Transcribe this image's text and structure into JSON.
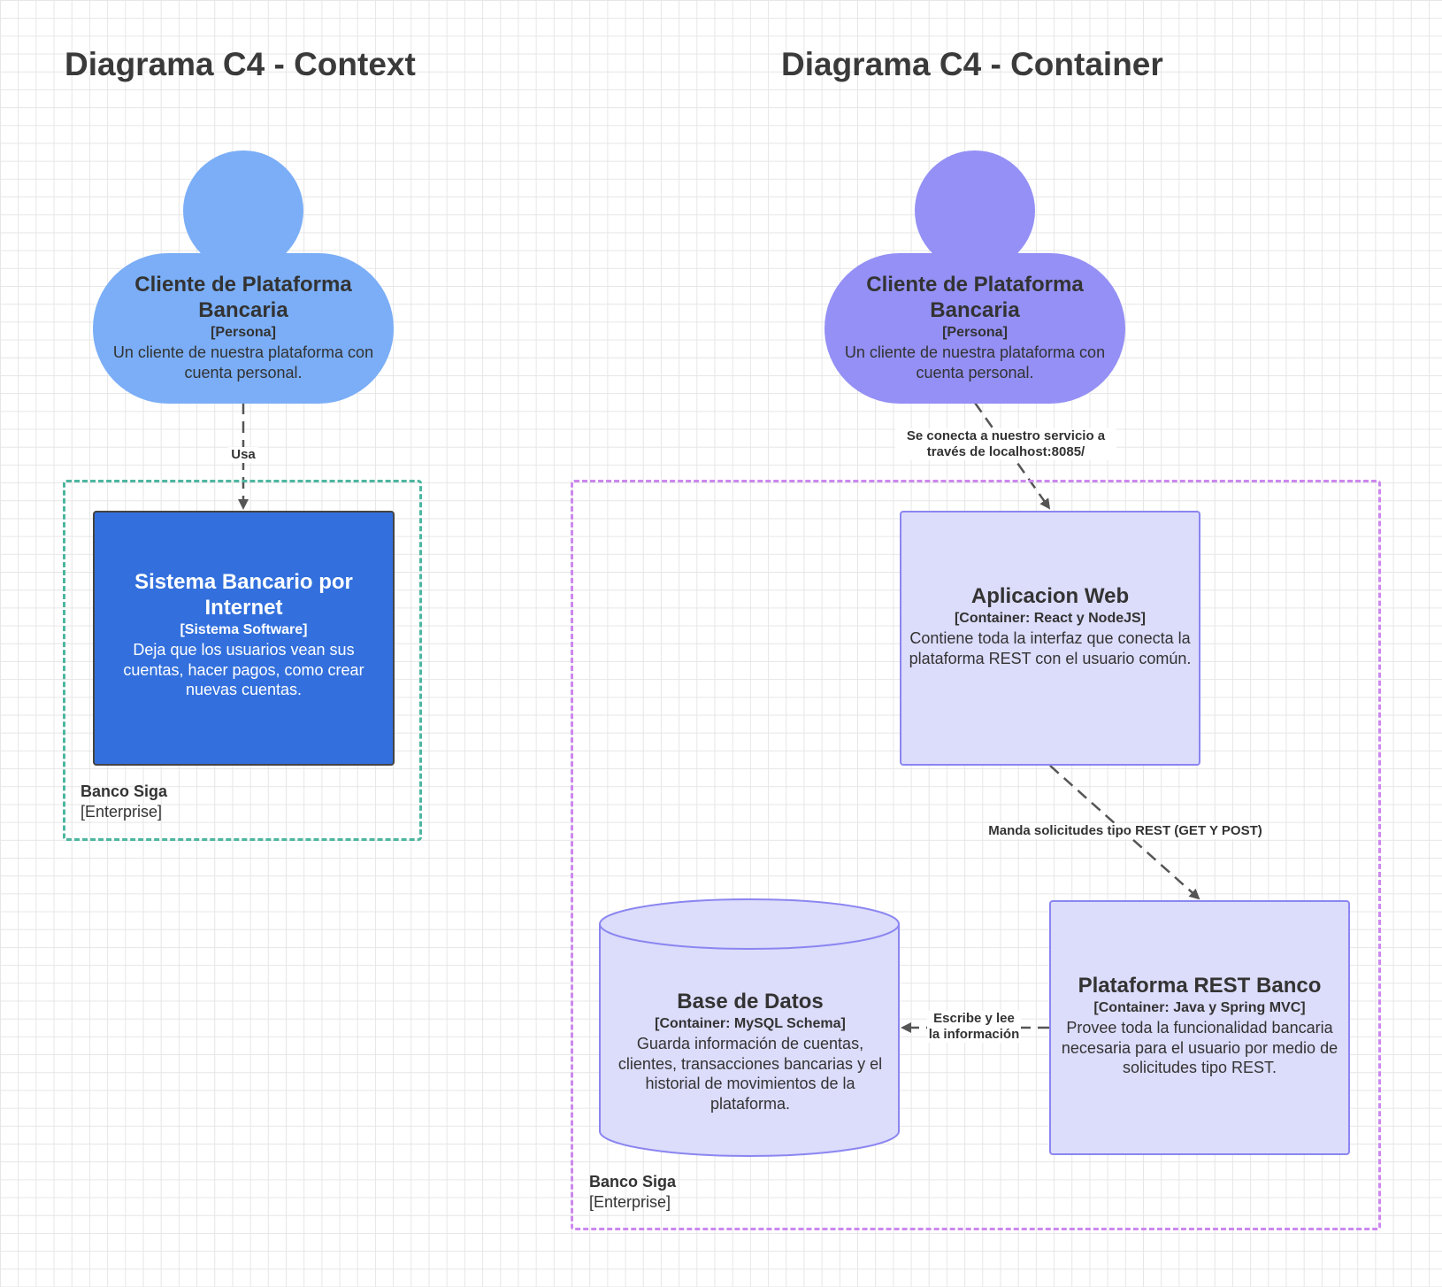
{
  "titles": {
    "context": "Diagrama C4 - Context",
    "container": "Diagrama C4 - Container"
  },
  "context": {
    "person": {
      "name": "Cliente de Plataforma Bancaria",
      "type": "[Persona]",
      "description": "Un cliente de nuestra plataforma con cuenta personal.",
      "color": "#7baef7"
    },
    "relation_label": "Usa",
    "system": {
      "name": "Sistema Bancario por Internet",
      "type": "[Sistema Software]",
      "description": "Deja que los usuarios vean sus cuentas, hacer pagos, como crear nuevas cuentas.",
      "color": "#3370dd"
    },
    "boundary": {
      "name": "Banco Siga",
      "type": "[Enterprise]",
      "color": "#4db6a0"
    }
  },
  "container": {
    "person": {
      "name": "Cliente de Plataforma Bancaria",
      "type": "[Persona]",
      "description": "Un cliente de nuestra plataforma con cuenta personal.",
      "color": "#9490f5"
    },
    "relation_person_web": "Se conecta a nuestro servicio a través de localhost:8085/",
    "webapp": {
      "name": "Aplicacion Web",
      "type": "[Container: React y NodeJS]",
      "description": "Contiene toda la interfaz que conecta la plataforma REST con el usuario común."
    },
    "relation_web_rest": "Manda solicitudes tipo REST (GET Y POST)",
    "rest": {
      "name": "Plataforma REST Banco",
      "type": "[Container: Java y Spring MVC]",
      "description": "Provee toda la funcionalidad bancaria necesaria para el usuario por medio de solicitudes tipo REST."
    },
    "relation_rest_db": "Escribe y lee la información",
    "database": {
      "name": "Base de Datos",
      "type": "[Container: MySQL Schema]",
      "description": "Guarda información de cuentas, clientes, transacciones bancarias y el historial de movimientos de la plataforma."
    },
    "boundary": {
      "name": "Banco Siga",
      "type": "[Enterprise]",
      "color": "#cc88ee"
    },
    "container_fill": "#dcdcfb",
    "container_stroke": "#8b86f0"
  }
}
